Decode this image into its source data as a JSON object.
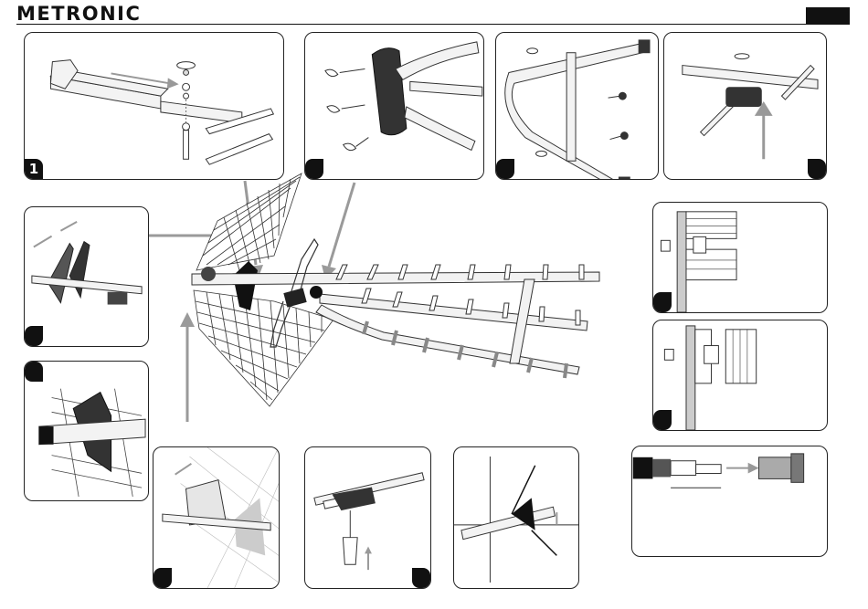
{
  "header": {
    "brand": "METRONIC"
  },
  "steps": {
    "s1": "1"
  },
  "icons": [
    "metronic-logo",
    "wing-nut-icon",
    "bolt-icon",
    "arrow-icon",
    "coaxial-connector-icon"
  ],
  "colors": {
    "ink": "#111111",
    "arrow": "#9a9a9a",
    "panel_border": "#222222"
  }
}
